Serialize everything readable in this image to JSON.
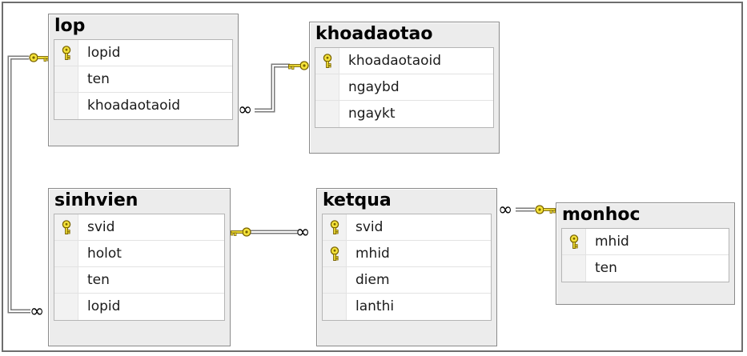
{
  "tables": {
    "lop": {
      "title": "lop",
      "columns": [
        "lopid",
        "ten",
        "khoadaotaoid"
      ],
      "keys": [
        true,
        false,
        false
      ]
    },
    "khoadaotao": {
      "title": "khoadaotao",
      "columns": [
        "khoadaotaoid",
        "ngaybd",
        "ngaykt"
      ],
      "keys": [
        true,
        false,
        false
      ]
    },
    "sinhvien": {
      "title": "sinhvien",
      "columns": [
        "svid",
        "holot",
        "ten",
        "lopid"
      ],
      "keys": [
        true,
        false,
        false,
        false
      ]
    },
    "ketqua": {
      "title": "ketqua",
      "columns": [
        "svid",
        "mhid",
        "diem",
        "lanthi"
      ],
      "keys": [
        true,
        true,
        false,
        false
      ]
    },
    "monhoc": {
      "title": "monhoc",
      "columns": [
        "mhid",
        "ten"
      ],
      "keys": [
        true,
        false
      ]
    }
  },
  "relationships": [
    {
      "one": "khoadaotao",
      "many": "lop"
    },
    {
      "one": "lop",
      "many": "sinhvien"
    },
    {
      "one": "sinhvien",
      "many": "ketqua"
    },
    {
      "one": "monhoc",
      "many": "ketqua"
    }
  ],
  "colors": {
    "key": "#f5e33a",
    "key_outline": "#7a6400",
    "line": "#8a8a8a",
    "table_bg": "#ececec"
  },
  "icons": {
    "primary_key": "key-icon",
    "one_end": "key-icon",
    "many_end": "infinity-icon"
  }
}
